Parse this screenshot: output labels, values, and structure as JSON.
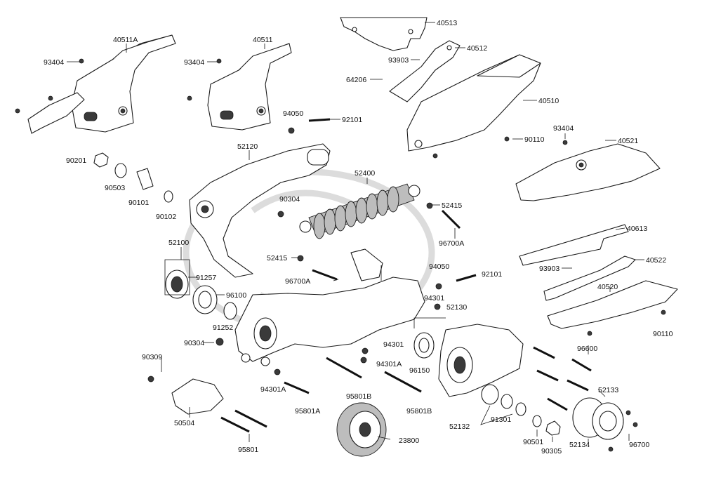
{
  "labels": {
    "l40511A": "40511A",
    "l40511": "40511",
    "l40513": "40513",
    "l40512": "40512",
    "l93404_1": "93404",
    "l93404_2": "93404",
    "l93404_3": "93404",
    "l93903_1": "93903",
    "l93903_2": "93903",
    "l64206": "64206",
    "l40510": "40510",
    "l94050_1": "94050",
    "l94050_2": "94050",
    "l92101_1": "92101",
    "l92101_2": "92101",
    "l90110_1": "90110",
    "l90110_2": "90110",
    "l40521": "40521",
    "l90201": "90201",
    "l90503": "90503",
    "l90101": "90101",
    "l90102": "90102",
    "l52120": "52120",
    "l52400": "52400",
    "l90304_1": "90304",
    "l90304_2": "90304",
    "l52415_1": "52415",
    "l52415_2": "52415",
    "l96700A_1": "96700A",
    "l96700A_2": "96700A",
    "l40613": "40613",
    "l40522": "40522",
    "l40520": "40520",
    "l52100": "52100",
    "l91257": "91257",
    "l96100": "96100",
    "l91252": "91252",
    "l94301_1": "94301",
    "l94301_2": "94301",
    "l94301A_1": "94301A",
    "l94301A_2": "94301A",
    "l52130": "52130",
    "l96150": "96150",
    "l96600": "96600",
    "l52133": "52133",
    "l90309": "90309",
    "l95801A": "95801A",
    "l95801B_1": "95801B",
    "l95801B_2": "95801B",
    "l50504": "50504",
    "l95801": "95801",
    "l23800": "23800",
    "l52132": "52132",
    "l91301": "91301",
    "l90501": "90501",
    "l90305": "90305",
    "l52134": "52134",
    "l96700": "96700"
  }
}
